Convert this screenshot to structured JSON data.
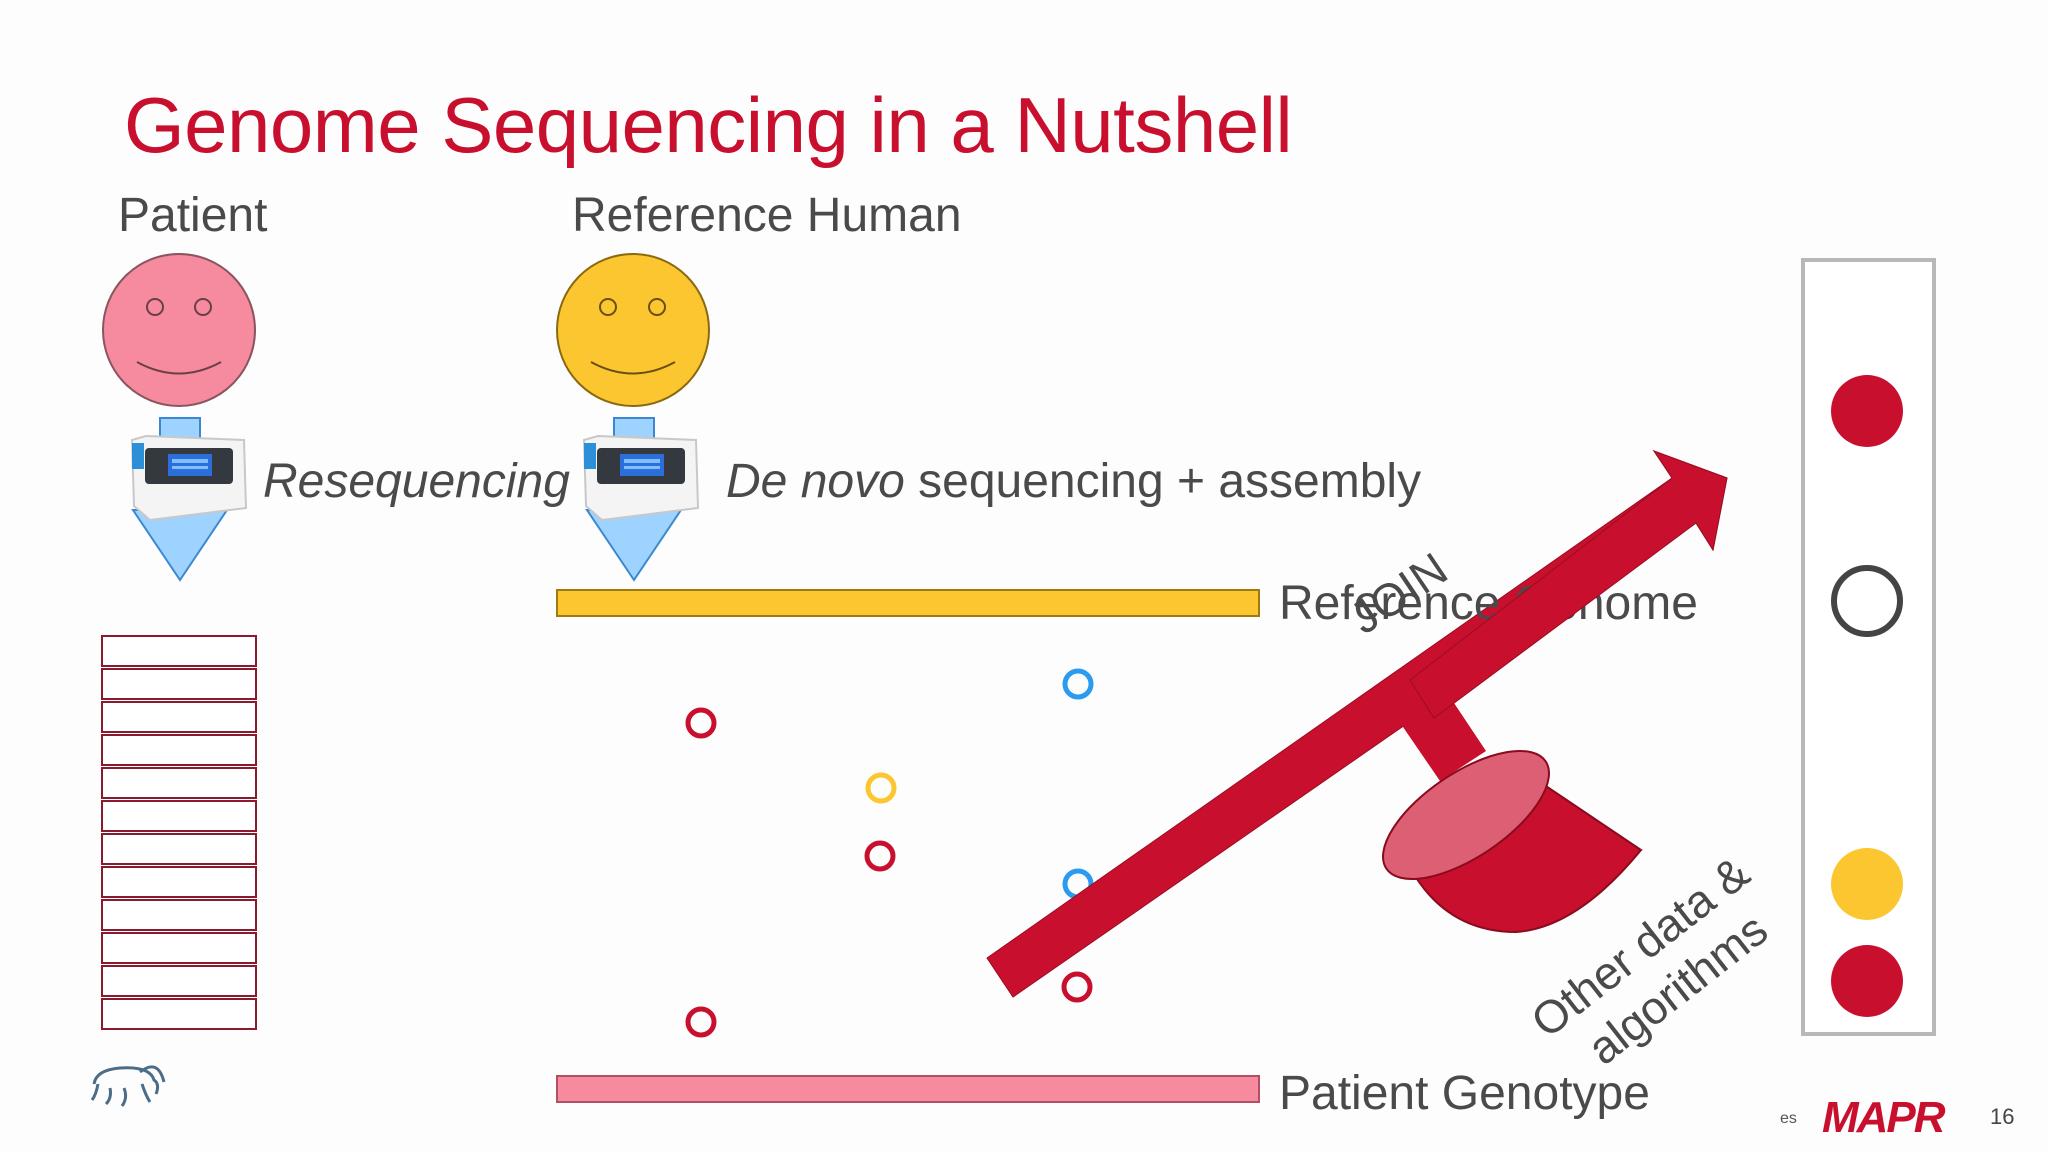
{
  "slide": {
    "title": "Genome Sequencing in a Nutshell",
    "patient_label": "Patient",
    "reference_human_label": "Reference Human",
    "resequencing_label": "Resequencing",
    "denovo_italic": "De novo",
    "denovo_rest": " sequencing + assembly",
    "reference_genome_label": "Reference Genome",
    "patient_genotype_label": "Patient Genotype",
    "join_label": "JOIN",
    "other_data_label_line1": "Other data &",
    "other_data_label_line2": "algorithms",
    "footer_es": "es",
    "footer_brand": "MAPR",
    "page_number": "16"
  },
  "colors": {
    "title": "#c8102e",
    "crimson": "#c8102e",
    "yellow": "#fcc630",
    "pink": "#f68a9e",
    "blue": "#2b9bf0",
    "dark_ring": "#444444"
  },
  "icons": [
    "smiley-face-icon",
    "sequencer-machine-icon",
    "down-arrow-icon",
    "database-cylinder-icon",
    "elephant-logo-icon"
  ]
}
